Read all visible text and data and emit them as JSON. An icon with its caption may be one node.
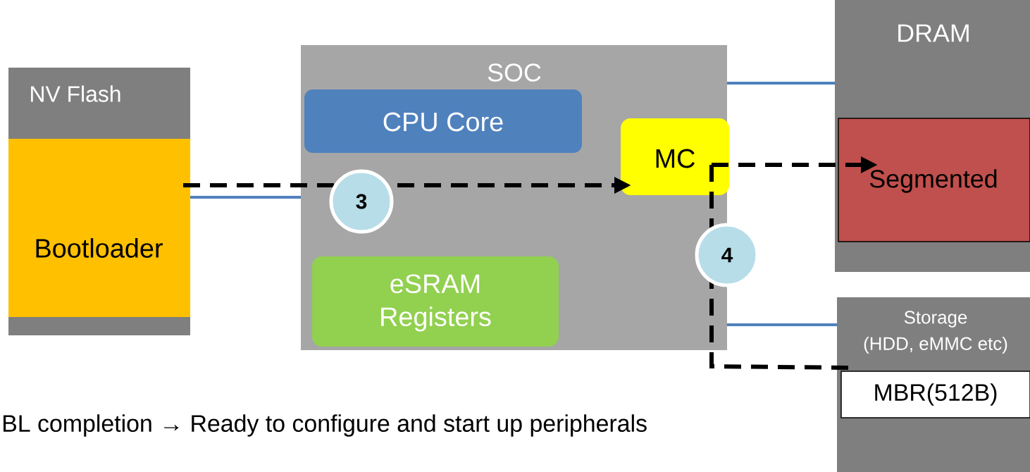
{
  "diagram": {
    "nodes": [
      {
        "text": [
          "NV Flash"
        ]
      },
      {
        "text": [
          "Bootloader"
        ],
        "in": 0
      },
      {
        "text": [
          "SOC"
        ]
      },
      {
        "text": [
          "CPU Core"
        ],
        "in": 2
      },
      {
        "text": [
          "MC"
        ],
        "in": 2
      },
      {
        "text": [
          "eSRAM Registers"
        ],
        "in": 2
      },
      {
        "text": [
          "DRAM"
        ]
      },
      {
        "text": [
          "Segmented"
        ],
        "in": 6
      },
      {
        "text": [
          "Storage",
          "(HDD, eMMC etc)"
        ]
      },
      {
        "text": [
          "MBR(512B)"
        ],
        "in": 8
      }
    ],
    "edges": [
      {
        "from": 1,
        "to": 2,
        "arrow": "none",
        "color": "#4f81bd"
      },
      {
        "from": 2,
        "to": 6,
        "arrow": "none",
        "color": "#4f81bd"
      },
      {
        "from": 2,
        "to": 8,
        "arrow": "none",
        "color": "#4f81bd"
      },
      {
        "from": 1,
        "to": 4,
        "arrow": "to",
        "style": "dashed",
        "color": "#000000",
        "label": "3"
      },
      {
        "from": 4,
        "to": 7,
        "arrow": "to",
        "style": "dashed",
        "color": "#000000"
      },
      {
        "from": 4,
        "to": 9,
        "arrow": "none",
        "style": "dashed",
        "color": "#000000",
        "label": "4"
      }
    ],
    "labels": [
      "BL completion → Ready to configure and start up peripherals"
    ]
  }
}
